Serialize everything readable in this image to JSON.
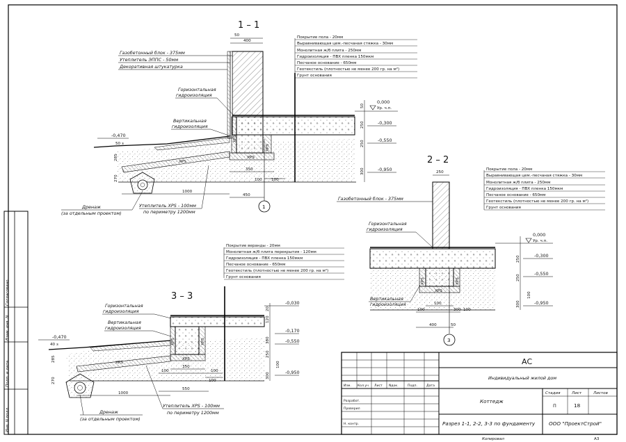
{
  "drawing": {
    "sections": {
      "s11": {
        "title": "1 – 1",
        "wall_label": "Газобетонный блок - 375мм",
        "insul_label": "Утеплитель ЭППС - 50мм",
        "plaster_label": "Декоративная штукатурка",
        "layers": [
          "Покрытие пола - 20мм",
          "Выравнивающая цем.-песчаная стяжка - 30мм",
          "Монолитная ж/б плита - 250мм",
          "Гидроизоляция - ПВХ пленка 150мкм",
          "Песчаное основание - 650мм",
          "Геотекстиль (плотностью не менее 200 гр. на м²)",
          "Грунт основания"
        ],
        "horiz_hydro": [
          "Горизонтальная",
          "гидроизоляция"
        ],
        "vert_hydro": [
          "Вертикальная",
          "гидроизоляция"
        ],
        "drain": [
          "Дренаж",
          "(за отдельным проектом)"
        ],
        "perim_insul": [
          "Утеплитель XPS - 100мм",
          "по периметру 1200мм"
        ],
        "xps": "XPS",
        "marks": [
          "0,000",
          "Ур. ч.п.",
          "-0,300",
          "-0,550",
          "-0,950",
          "-0,470"
        ],
        "dims": [
          "50",
          "400",
          "50",
          "250",
          "250",
          "300",
          "350",
          "100",
          "100",
          "1000",
          "450",
          "50 з",
          "285",
          "270"
        ],
        "axis": "1"
      },
      "s22": {
        "title": "2 – 2",
        "wall_label": "Газобетонный блок - 375мм",
        "layers": [
          "Покрытие пола - 20мм",
          "Выравнивающая цем.-песчаная стяжка - 30мм",
          "Монолитная ж/б плита - 250мм",
          "Гидроизоляция - ПВХ пленка 150мкм",
          "Песчаное основание - 650мм",
          "Геотекстиль (плотностью не менее 200 гр. на м²)",
          "Грунт основания"
        ],
        "horiz_hydro": [
          "Горизонтальная",
          "гидроизоляция"
        ],
        "vert_hydro": [
          "Вертикальная",
          "гидроизоляция"
        ],
        "xps": "XPS",
        "marks": [
          "0,000",
          "Ур. ч.п.",
          "-0,300",
          "-0,550",
          "-0,950"
        ],
        "dims": [
          "250",
          "250",
          "250",
          "300",
          "100",
          "100",
          "300",
          "100",
          "400",
          "50",
          "100"
        ],
        "axis": "3"
      },
      "s33": {
        "title": "3 – 3",
        "layers": [
          "Покрытие веранды - 20мм",
          "Монолитная ж/б плита перекрытия - 120мм",
          "Гидроизоляция - ПВХ пленка 150мкм",
          "Песчаное основание - 650мм",
          "Геотекстиль (плотностью не менее 200 гр. на м²)",
          "Грунт основания"
        ],
        "horiz_hydro": [
          "Горизонтальная",
          "гидроизоляция"
        ],
        "vert_hydro": [
          "Вертикальная",
          "гидроизоляция"
        ],
        "drain": [
          "Дренаж",
          "(за отдельным проектом)"
        ],
        "perim_insul": [
          "Утеплитель XPS - 100мм",
          "по периметру 1200мм"
        ],
        "xps": "XPS",
        "marks": [
          "-0,030",
          "-0,170",
          "-0,550",
          "-0,950",
          "-0,470"
        ],
        "dims": [
          "20",
          "120",
          "380",
          "250",
          "300",
          "100",
          "100",
          "350",
          "100",
          "550",
          "1000",
          "40 з",
          "285",
          "270",
          "100"
        ]
      }
    },
    "side_stamp": [
      "Согласовано",
      "Взам. инв. N",
      "Подп. и дата",
      "Инв. N подл."
    ],
    "title_block": {
      "code": "АС",
      "object": "Индивидуальный жилой дом",
      "sheet_name": "Коттедж",
      "drawing_name": "Разрез 1-1, 2-2, 3-3 по фундаменту",
      "company": "ООО \"ПроектСтрой\"",
      "cols": [
        "Изм.",
        "Кол.уч",
        "Лист",
        "Nдок.",
        "Подп.",
        "Дата"
      ],
      "roles": [
        "Разработ.",
        "Проверил",
        "Н. контр."
      ],
      "stage_h": "Стадия",
      "sheet_h": "Лист",
      "sheets_h": "Листов",
      "stage": "П",
      "sheet_no": "18",
      "copied": "Копировал",
      "format": "А3"
    }
  }
}
